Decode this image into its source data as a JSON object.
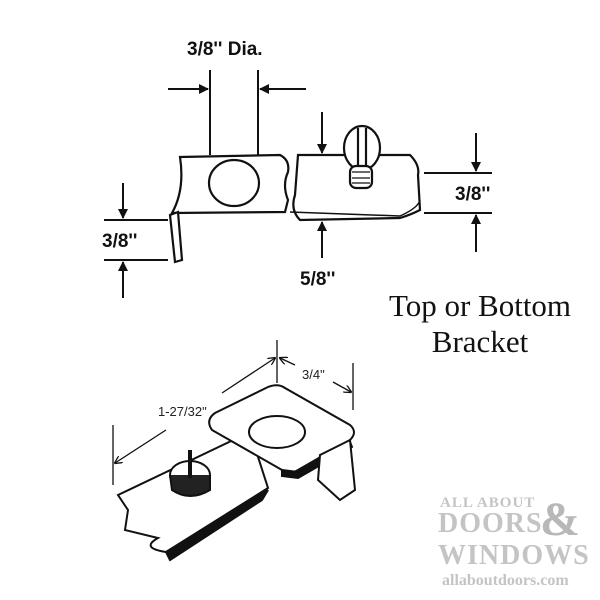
{
  "title": {
    "line1": "Top or Bottom",
    "line2": "Bracket"
  },
  "top_diagram": {
    "hole_diameter": "3/8'' Dia.",
    "left_height": "3/8''",
    "right_height": "3/8''",
    "bottom_width": "5/8''"
  },
  "bottom_diagram": {
    "length": "1-27/32\"",
    "width": "3/4\""
  },
  "watermark": {
    "line1": "ALL ABOUT",
    "line2": "DOORS",
    "ampersand": "&",
    "line3": "WINDOWS",
    "url": "allaboutdoors.com"
  }
}
